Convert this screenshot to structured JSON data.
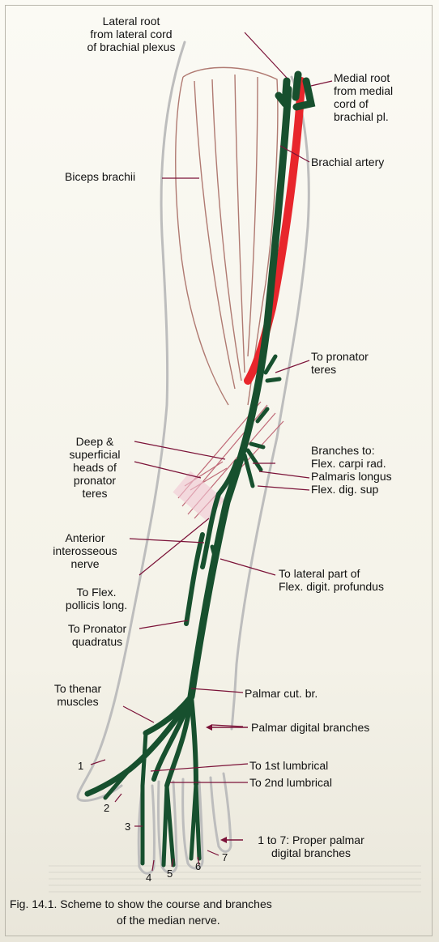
{
  "labels": {
    "lateral_root": [
      "Lateral root",
      "from lateral cord",
      "of brachial plexus"
    ],
    "medial_root": [
      "Medial root",
      "from medial",
      "cord of",
      "brachial pl."
    ],
    "biceps": "Biceps brachii",
    "brachial_artery": "Brachial artery",
    "pronator_teres": [
      "To pronator",
      "teres"
    ],
    "deep_superficial": [
      "Deep &",
      "superficial",
      "heads of",
      "pronator",
      "teres"
    ],
    "branches_to": [
      "Branches to:",
      "Flex. carpi rad.",
      "Palmaris longus",
      "Flex. dig. sup"
    ],
    "anterior_interosseous": [
      "Anterior",
      "interosseous",
      "nerve"
    ],
    "lateral_fdp": [
      "To lateral part of",
      "Flex. digit. profundus"
    ],
    "flex_pollicis": [
      "To Flex.",
      "pollicis long."
    ],
    "pronator_quadratus": [
      "To Pronator",
      "quadratus"
    ],
    "thenar": [
      "To thenar",
      "muscles"
    ],
    "palmar_cut": "Palmar cut. br.",
    "palmar_digital": "Palmar digital branches",
    "first_lumbrical": "To 1st lumbrical",
    "second_lumbrical": "To 2nd lumbrical",
    "proper_palmar": [
      "1 to 7: Proper palmar",
      "digital branches"
    ]
  },
  "digit_numbers": [
    "1",
    "2",
    "3",
    "4",
    "5",
    "6",
    "7"
  ],
  "caption": [
    "Fig. 14.1. Scheme to show the course and branches",
    "of the median nerve."
  ],
  "colors": {
    "nerve": "#17502e",
    "artery": "#e8262c",
    "muscle_outline": "#b07a72",
    "arm_outline": "#bdbdbd",
    "pointer": "#7b1238"
  }
}
